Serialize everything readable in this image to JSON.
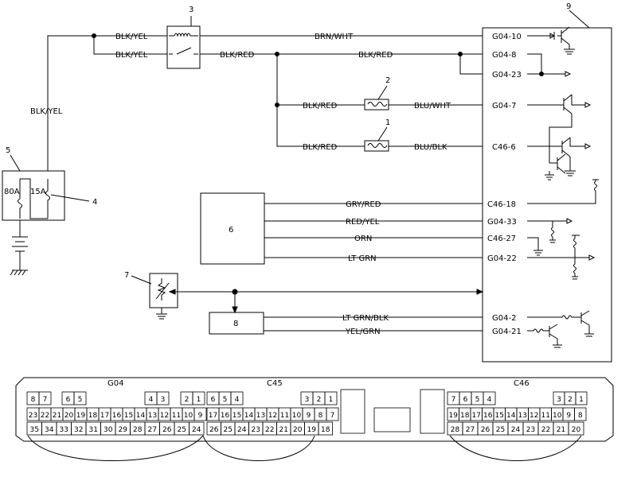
{
  "wire_labels": {
    "blk_yel_top": "BLK/YEL",
    "blk_yel_mid": "BLK/YEL",
    "blk_yel_vert": "BLK/YEL",
    "brn_wht": "BRN/WHT",
    "blk_red_relay": "BLK/RED",
    "blk_red_main": "BLK/RED",
    "blk_red_fuse2": "BLK/RED",
    "blu_wht": "BLU/WHT",
    "blk_red_fuse1": "BLK/RED",
    "blu_blk": "BLU/BLK",
    "gry_red": "GRY/RED",
    "red_yel": "RED/YEL",
    "orn": "ORN",
    "lt_grn": "LT GRN",
    "lt_grn_blk": "LT GRN/BLK",
    "yel_grn": "YEL/GRN"
  },
  "terminals": {
    "g04_10": "G04-10",
    "g04_8": "G04-8",
    "g04_23": "G04-23",
    "g04_7": "G04-7",
    "c46_6": "C46-6",
    "c46_18": "C46-18",
    "g04_33": "G04-33",
    "c46_27": "C46-27",
    "g04_22": "G04-22",
    "g04_2": "G04-2",
    "g04_21": "G04-21"
  },
  "callouts": {
    "n1": "1",
    "n2": "2",
    "n3": "3",
    "n4": "4",
    "n5": "5",
    "n6": "6",
    "n7": "7",
    "n8": "8",
    "n9": "9"
  },
  "fuse_ratings": {
    "main": "80A",
    "branch": "15A"
  },
  "connectors": {
    "g04": {
      "title": "G04",
      "rows": [
        [
          "8",
          "7",
          "",
          "",
          "",
          "",
          "",
          "",
          "",
          "",
          "",
          "",
          "",
          "",
          "",
          "",
          "",
          "",
          "",
          "2",
          "1"
        ],
        [
          "23",
          "22",
          "21",
          "20",
          "19",
          "18",
          "17",
          "16",
          "15",
          "14",
          "13",
          "12",
          "11",
          "10",
          "9"
        ],
        [
          "35",
          "34",
          "33",
          "32",
          "31",
          "30",
          "29",
          "28",
          "27",
          "26",
          "25",
          "24"
        ]
      ]
    },
    "c45": {
      "title": "C45",
      "rows": [
        [
          "6",
          "5",
          "4",
          "3",
          "2",
          "1"
        ],
        [
          "17",
          "16",
          "15",
          "14",
          "13",
          "12",
          "11",
          "10",
          "9",
          "8",
          "7"
        ],
        [
          "26",
          "25",
          "24",
          "23",
          "22",
          "21",
          "20",
          "19",
          "18"
        ]
      ]
    },
    "c46": {
      "title": "C46",
      "rows": [
        [
          "7",
          "6",
          "5",
          "4",
          "3",
          "2",
          "1"
        ],
        [
          "19",
          "18",
          "17",
          "16",
          "15",
          "14",
          "13",
          "12",
          "11",
          "10",
          "9",
          "8"
        ],
        [
          "28",
          "27",
          "26",
          "25",
          "24",
          "23",
          "22",
          "21",
          "20"
        ]
      ]
    }
  },
  "g04_pins": {
    "r1": [
      "8",
      "7",
      "6",
      "5",
      "4",
      "3",
      "2",
      "1"
    ],
    "r2": [
      "23",
      "22",
      "21",
      "20",
      "19",
      "18",
      "17",
      "16",
      "15",
      "14",
      "13",
      "12",
      "11",
      "10",
      "9"
    ],
    "r3": [
      "35",
      "34",
      "33",
      "32",
      "31",
      "30",
      "29",
      "28",
      "27",
      "26",
      "25",
      "24"
    ]
  },
  "c45_pins": {
    "r1": [
      "6",
      "5",
      "4",
      "3",
      "2",
      "1"
    ],
    "r2": [
      "17",
      "16",
      "15",
      "14",
      "13",
      "12",
      "11",
      "10",
      "9",
      "8",
      "7"
    ],
    "r3": [
      "26",
      "25",
      "24",
      "23",
      "22",
      "21",
      "20",
      "19",
      "18"
    ]
  },
  "c46_pins": {
    "r1": [
      "7",
      "6",
      "5",
      "4",
      "3",
      "2",
      "1"
    ],
    "r2": [
      "19",
      "18",
      "17",
      "16",
      "15",
      "14",
      "13",
      "12",
      "11",
      "10",
      "9",
      "8"
    ],
    "r3": [
      "28",
      "27",
      "26",
      "25",
      "24",
      "23",
      "22",
      "21",
      "20"
    ]
  }
}
